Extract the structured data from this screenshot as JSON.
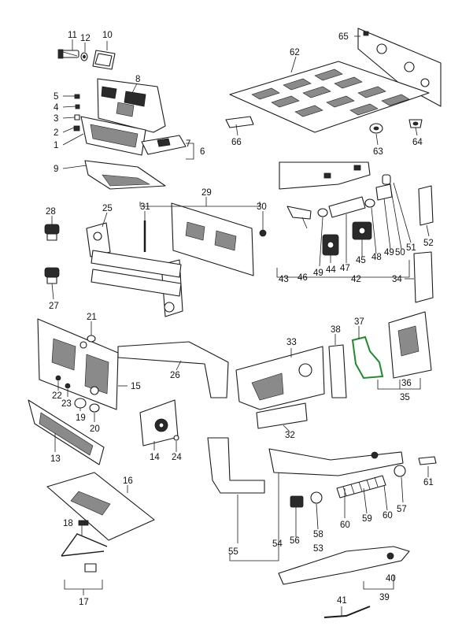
{
  "diagram": {
    "highlight_color": "#1f8a2e",
    "callouts": [
      {
        "id": "c1",
        "text": "1"
      },
      {
        "id": "c2",
        "text": "2"
      },
      {
        "id": "c3",
        "text": "3"
      },
      {
        "id": "c4",
        "text": "4"
      },
      {
        "id": "c5",
        "text": "5"
      },
      {
        "id": "c6",
        "text": "6"
      },
      {
        "id": "c7",
        "text": "7"
      },
      {
        "id": "c8",
        "text": "8"
      },
      {
        "id": "c9",
        "text": "9"
      },
      {
        "id": "c10",
        "text": "10"
      },
      {
        "id": "c11",
        "text": "11"
      },
      {
        "id": "c12",
        "text": "12"
      },
      {
        "id": "c13",
        "text": "13"
      },
      {
        "id": "c14",
        "text": "14"
      },
      {
        "id": "c15",
        "text": "15"
      },
      {
        "id": "c16",
        "text": "16"
      },
      {
        "id": "c17",
        "text": "17"
      },
      {
        "id": "c18",
        "text": "18"
      },
      {
        "id": "c19",
        "text": "19"
      },
      {
        "id": "c20",
        "text": "20"
      },
      {
        "id": "c21",
        "text": "21"
      },
      {
        "id": "c22",
        "text": "22"
      },
      {
        "id": "c23",
        "text": "23"
      },
      {
        "id": "c24",
        "text": "24"
      },
      {
        "id": "c25",
        "text": "25"
      },
      {
        "id": "c26",
        "text": "26"
      },
      {
        "id": "c27",
        "text": "27"
      },
      {
        "id": "c28",
        "text": "28"
      },
      {
        "id": "c29",
        "text": "29"
      },
      {
        "id": "c30",
        "text": "30"
      },
      {
        "id": "c31",
        "text": "31"
      },
      {
        "id": "c32",
        "text": "32"
      },
      {
        "id": "c33",
        "text": "33"
      },
      {
        "id": "c34",
        "text": "34"
      },
      {
        "id": "c35",
        "text": "35"
      },
      {
        "id": "c36",
        "text": "36"
      },
      {
        "id": "c37",
        "text": "37"
      },
      {
        "id": "c38",
        "text": "38"
      },
      {
        "id": "c39",
        "text": "39"
      },
      {
        "id": "c40",
        "text": "40"
      },
      {
        "id": "c41",
        "text": "41"
      },
      {
        "id": "c42",
        "text": "42"
      },
      {
        "id": "c43",
        "text": "43"
      },
      {
        "id": "c44",
        "text": "44"
      },
      {
        "id": "c45",
        "text": "45"
      },
      {
        "id": "c46",
        "text": "46"
      },
      {
        "id": "c47",
        "text": "47"
      },
      {
        "id": "c48",
        "text": "48"
      },
      {
        "id": "c49a",
        "text": "49"
      },
      {
        "id": "c49b",
        "text": "49"
      },
      {
        "id": "c50",
        "text": "50"
      },
      {
        "id": "c51",
        "text": "51"
      },
      {
        "id": "c52",
        "text": "52"
      },
      {
        "id": "c53",
        "text": "53"
      },
      {
        "id": "c54",
        "text": "54"
      },
      {
        "id": "c55",
        "text": "55"
      },
      {
        "id": "c56",
        "text": "56"
      },
      {
        "id": "c57",
        "text": "57"
      },
      {
        "id": "c58",
        "text": "58"
      },
      {
        "id": "c59",
        "text": "59"
      },
      {
        "id": "c60a",
        "text": "60"
      },
      {
        "id": "c60b",
        "text": "60"
      },
      {
        "id": "c61",
        "text": "61"
      },
      {
        "id": "c62",
        "text": "62"
      },
      {
        "id": "c63",
        "text": "63"
      },
      {
        "id": "c64",
        "text": "64"
      },
      {
        "id": "c65",
        "text": "65"
      },
      {
        "id": "c66",
        "text": "66"
      }
    ]
  }
}
